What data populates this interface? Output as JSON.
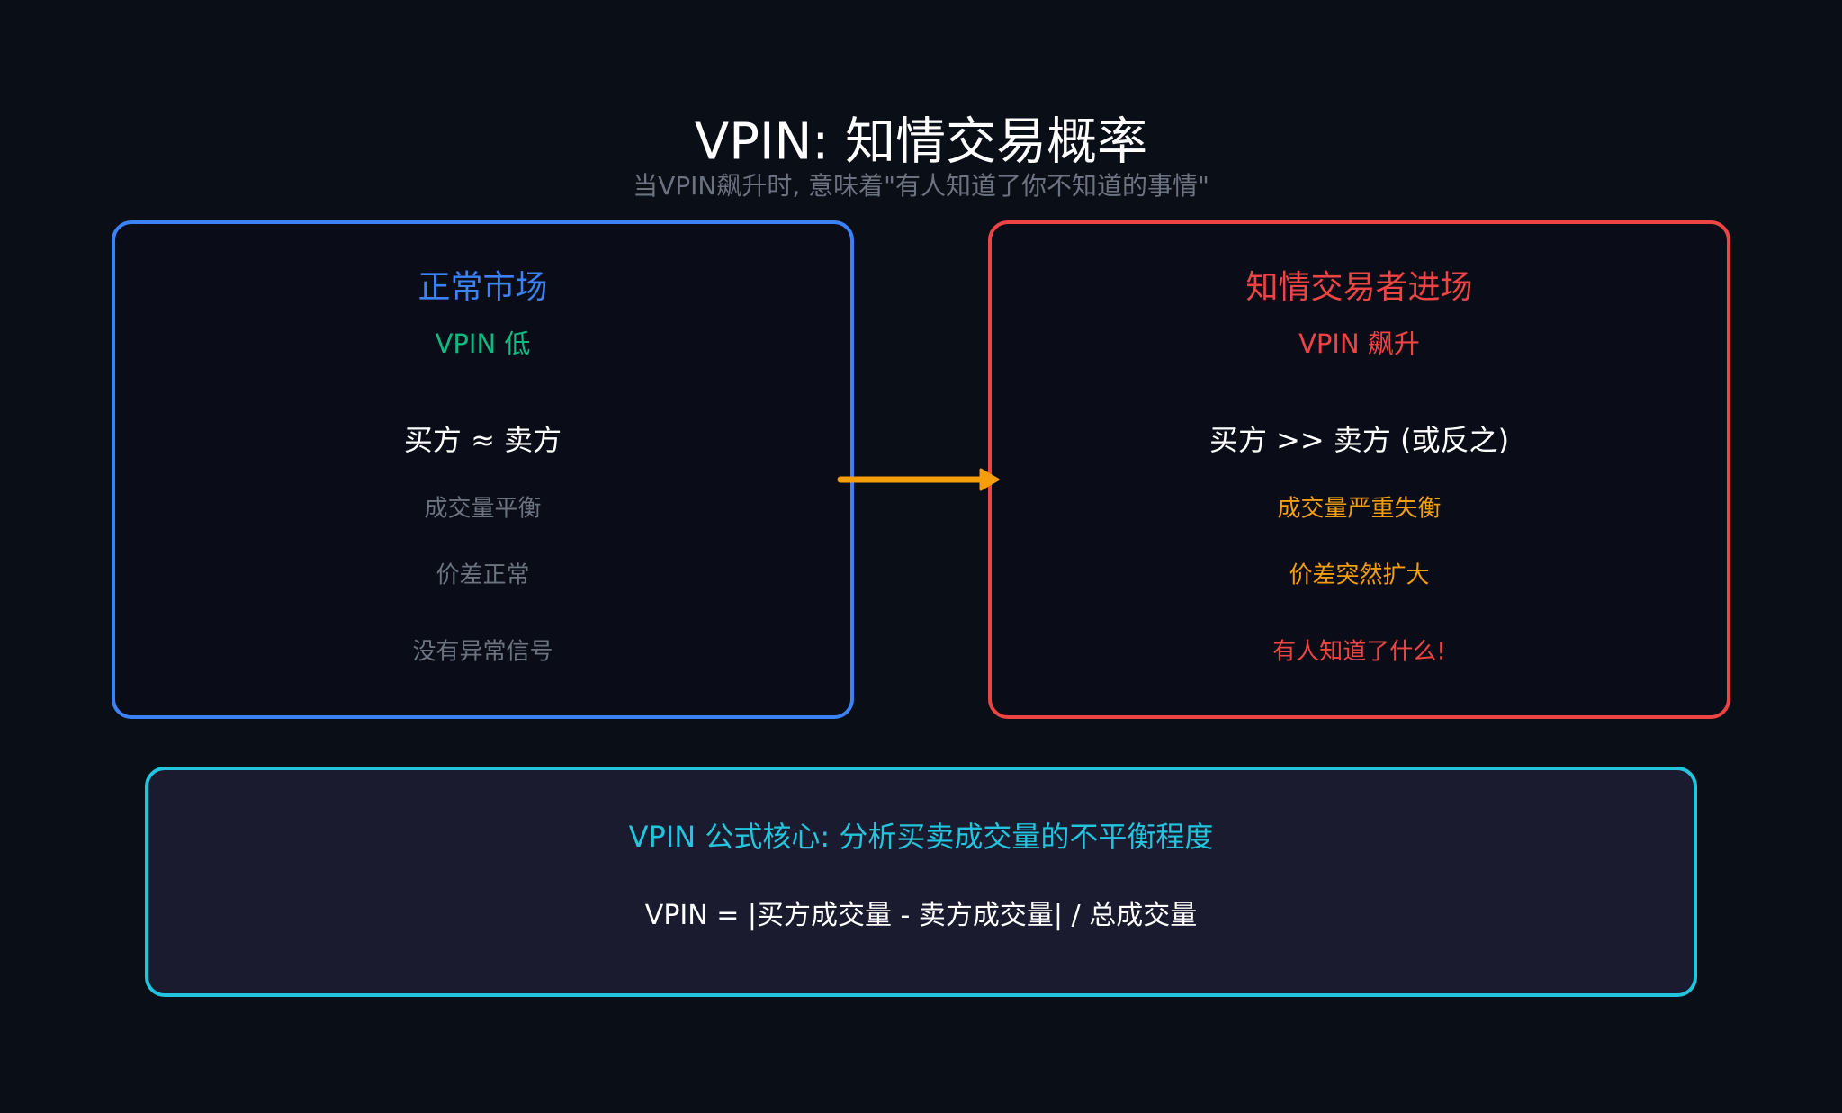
{
  "header": {
    "title": "VPIN: 知情交易概率",
    "subtitle": "当VPIN飙升时, 意味着\"有人知道了你不知道的事情\""
  },
  "normal_market": {
    "heading": "正常市场",
    "vpin_status": "VPIN 低",
    "relation": "买方 ≈ 卖方",
    "points": [
      "成交量平衡",
      "价差正常",
      "没有异常信号"
    ]
  },
  "informed_market": {
    "heading": "知情交易者进场",
    "vpin_status": "VPIN 飙升",
    "relation": "买方 >> 卖方 (或反之)",
    "points": [
      "成交量严重失衡",
      "价差突然扩大",
      "有人知道了什么!"
    ]
  },
  "formula": {
    "heading": "VPIN 公式核心: 分析买卖成交量的不平衡程度",
    "equation": "VPIN = |买方成交量 - 卖方成交量| / 总成交量"
  },
  "colors": {
    "background": "#0a0e17",
    "blue": "#3b82f6",
    "red": "#ef4444",
    "green": "#10b981",
    "orange": "#f59e0b",
    "cyan": "#22c5dd",
    "gray": "#6b7280"
  }
}
